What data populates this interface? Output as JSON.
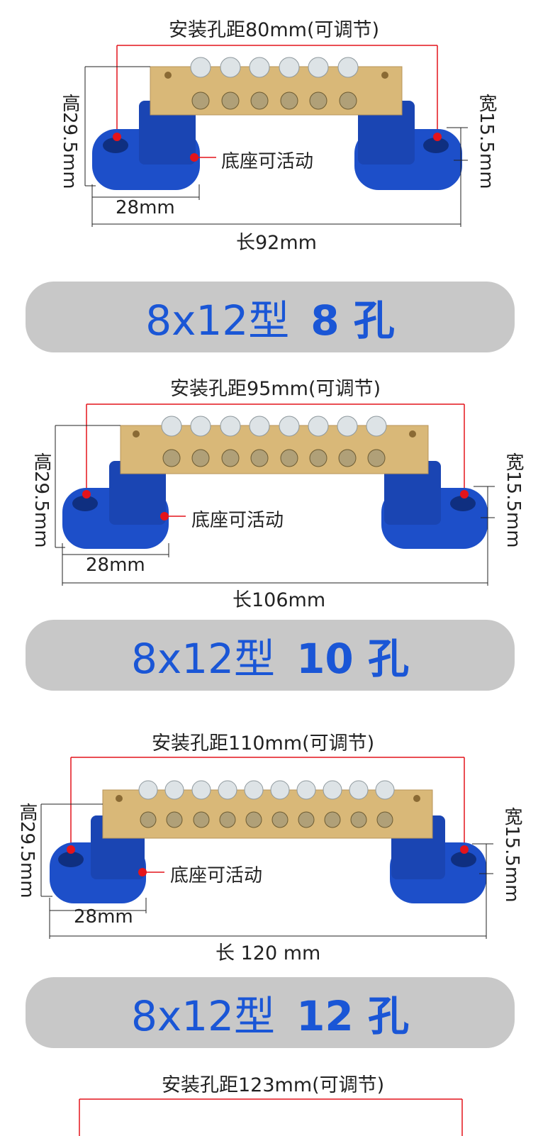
{
  "sections": [
    {
      "spacing": "安装孔距80mm(可调节)",
      "height": "高29.5mm",
      "width": "宽15.5mm",
      "base": "28mm",
      "base_movable": "底座可活动",
      "length": "长92mm",
      "screws": 6
    },
    {
      "spacing": "安装孔距95mm(可调节)",
      "height": "高29.5mm",
      "width": "宽15.5mm",
      "base": "28mm",
      "base_movable": "底座可活动",
      "length": "长106mm",
      "screws": 8
    },
    {
      "spacing": "安装孔距110mm(可调节)",
      "height": "高29.5mm",
      "width": "宽15.5mm",
      "base": "28mm",
      "base_movable": "底座可活动",
      "length": "长 120 mm",
      "screws": 10
    }
  ],
  "banners": [
    {
      "model": "8x12型",
      "holes": "8 孔"
    },
    {
      "model": "8x12型",
      "holes": "10 孔"
    },
    {
      "model": "8x12型",
      "holes": "12 孔"
    }
  ],
  "next_section_spacing": "安装孔距123mm(可调节)",
  "colors": {
    "brass": "#d9b878",
    "base_blue": "#1d4fc9",
    "banner_bg": "#c8c8c8",
    "banner_text": "#1a56d6",
    "marker_red": "#e4141b"
  },
  "icon_names": [
    "brass-busbar-icon",
    "screw-icon",
    "blue-base-icon",
    "red-marker-icon"
  ]
}
